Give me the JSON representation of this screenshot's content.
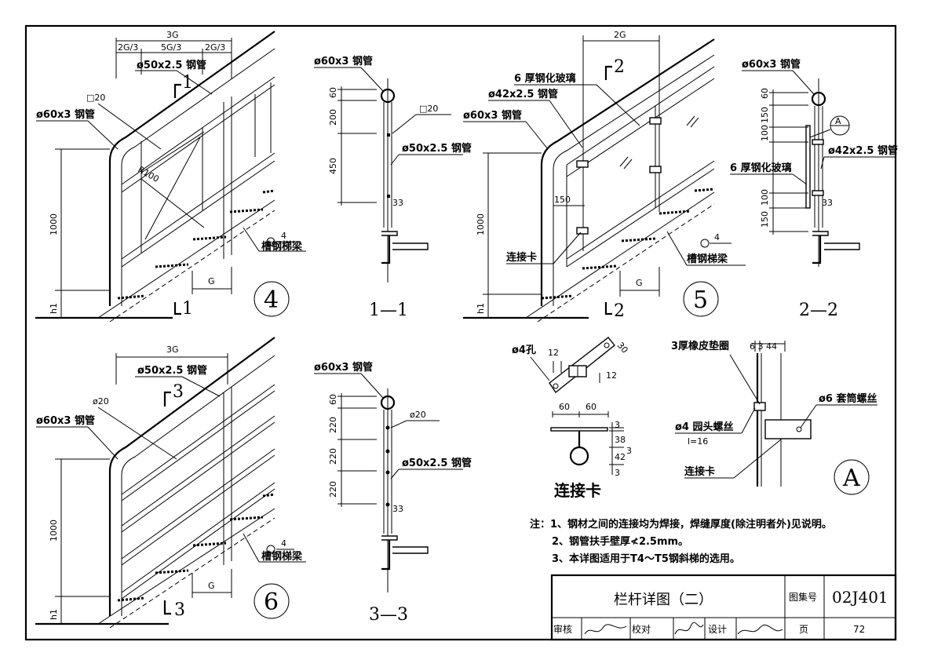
{
  "detail4": {
    "dim_total": "3G",
    "dim_left": "2G/3",
    "dim_mid": "5G/3",
    "dim_right": "2G/3",
    "label_top_rail": "ø50x2.5 钢管",
    "label_square": "□20",
    "label_post": "ø60x3 钢管",
    "label_radius": "R100",
    "height": "1000",
    "h1": "h1",
    "dim_g": "G",
    "beam": "槽钢梯梁",
    "ref_num": "4",
    "sec_mark": "1",
    "circle": "4"
  },
  "section1": {
    "label_pipe": "ø60x3 钢管",
    "label_square": "□20",
    "label_rail": "ø50x2.5 钢管",
    "dims": [
      "60",
      "200",
      "450"
    ],
    "dim_33": "33",
    "title": "1—1"
  },
  "detail5": {
    "dim_top": "2G",
    "label_glass": "6 厚钢化玻璃",
    "label_rail": "ø42x2.5 钢管",
    "label_post": "ø60x3 钢管",
    "dim_150": "150",
    "height": "1000",
    "h1": "h1",
    "clip": "连接卡",
    "dim_g": "G",
    "beam": "槽钢梯梁",
    "ref_num": "4",
    "sec_mark": "2",
    "circle": "5"
  },
  "section2": {
    "label_pipe": "ø60x3 钢管",
    "label_rail": "ø42x2.5 钢管",
    "label_glass": "6 厚钢化玻璃",
    "dims": [
      "60",
      "150",
      "100",
      "100",
      "150"
    ],
    "dim_33": "33",
    "ref_letter": "A",
    "title": "2—2"
  },
  "detail6": {
    "dim_total": "3G",
    "label_rail": "ø50x2.5 钢管",
    "label_bar": "ø20",
    "label_post": "ø60x3 钢管",
    "height": "1000",
    "h1": "h1",
    "dim_g": "G",
    "beam": "槽钢梯梁",
    "ref_num": "4",
    "sec_mark": "3",
    "circle": "6"
  },
  "section3": {
    "label_pipe": "ø60x3 钢管",
    "label_bar": "ø20",
    "label_rail": "ø50x2.5 钢管",
    "dims": [
      "60",
      "220",
      "220",
      "220"
    ],
    "dim_33": "33",
    "title": "3—3"
  },
  "connector": {
    "hole": "ø4孔",
    "dim_12a": "12",
    "dim_30": "30",
    "dim_12b": "12",
    "dim_60a": "60",
    "dim_60b": "60",
    "dim_3": "3",
    "dim_38": "38",
    "dim_42": "42",
    "dim_3b": "3",
    "dim_3c": "3",
    "title": "连接卡"
  },
  "detailA": {
    "dims": "6 3 44",
    "gasket": "3厚橡皮垫圈",
    "sleeve": "ø6 套筒螺丝",
    "screw": "ø4 园头螺丝",
    "length": "l=16",
    "clip": "连接卡",
    "circle": "A"
  },
  "notes": {
    "n1": "注：1、钢材之间的连接均为焊接，焊缝厚度(除注明者外)见说明。",
    "n2": "2、钢管扶手壁厚≮2.5mm。",
    "n3": "3、本详图适用于T4～T5钢斜梯的选用。"
  },
  "titleblock": {
    "title": "栏杆详图（二）",
    "atlas_label": "图集号",
    "atlas_code": "02J401",
    "review": "审核",
    "check": "校对",
    "design": "设计",
    "page_label": "页",
    "page_num": "72"
  }
}
